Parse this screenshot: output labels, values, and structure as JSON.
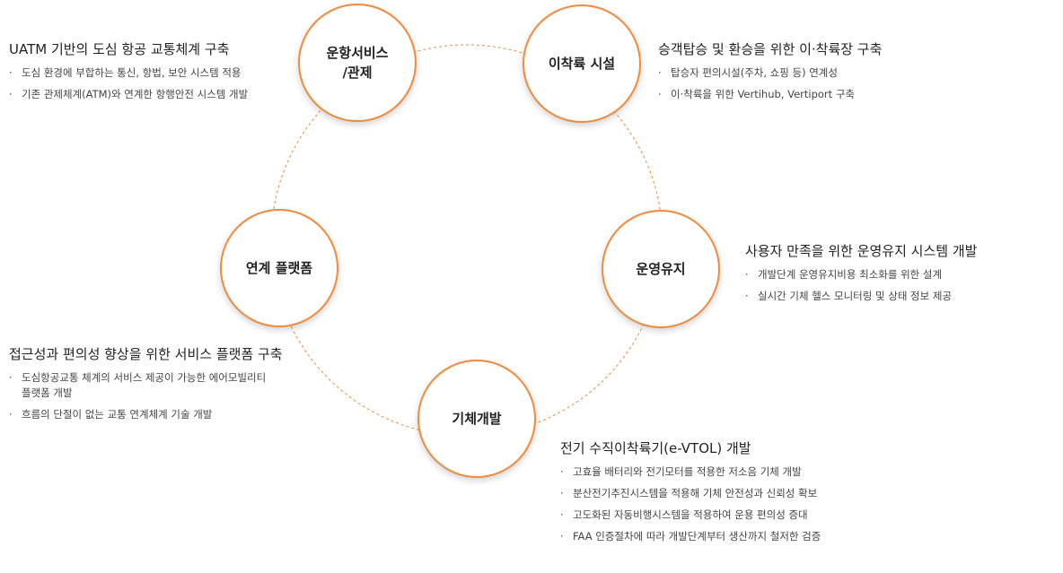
{
  "colors": {
    "accent": "#f28a3c",
    "node_border": "#f28a3c",
    "connector": "#f28a3c"
  },
  "nodes": [
    {
      "id": "ops",
      "label": "운항서비스\n/관제"
    },
    {
      "id": "vertiport",
      "label": "이착륙 시설"
    },
    {
      "id": "mro",
      "label": "운영유지"
    },
    {
      "id": "aircraft",
      "label": "기체개발"
    },
    {
      "id": "platform",
      "label": "연계 플랫폼"
    }
  ],
  "descriptions": {
    "ops": {
      "title": "UATM 기반의 도심 항공 교통체계 구축",
      "bullets": [
        "도심 환경에 부합하는 통신, 항법, 보안 시스템 적용",
        "기존 관제체계(ATM)와 연계한 항행안전 시스템 개발"
      ]
    },
    "vertiport": {
      "title": "승객탑승 및 환승을 위한 이·착륙장 구축",
      "bullets": [
        "탑승자 편의시설(주차, 쇼핑 등) 연계성",
        "이·착륙을 위한 Vertihub, Vertiport 구축"
      ]
    },
    "mro": {
      "title": "사용자 만족을 위한 운영유지 시스템 개발",
      "bullets": [
        "개발단계 운영유지비용 최소화를 위한 설계",
        "실시간 기체 헬스 모니터링 및 상태 정보 제공"
      ]
    },
    "platform": {
      "title": "접근성과 편의성 향상을 위한 서비스 플랫폼 구축",
      "bullets": [
        "도심항공교통 체계의 서비스 제공이 가능한 에어모빌리티\n플랫폼 개발",
        "흐름의 단절이 없는 교통 연계체계 기술 개발"
      ]
    },
    "aircraft": {
      "title": "전기 수직이착륙기(e-VTOL) 개발",
      "bullets": [
        "고효율 배터리와 전기모터를 적용한 저소음 기체 개발",
        "분산전기추진시스템을 적용해 기체 안전성과 신뢰성 확보",
        "고도화된 자동비행시스템을 적용하여 운용 편의성 증대",
        "FAA 인증절차에 따라 개발단계부터 생산까지 철저한 검증"
      ]
    }
  },
  "bullet_marker": "·"
}
